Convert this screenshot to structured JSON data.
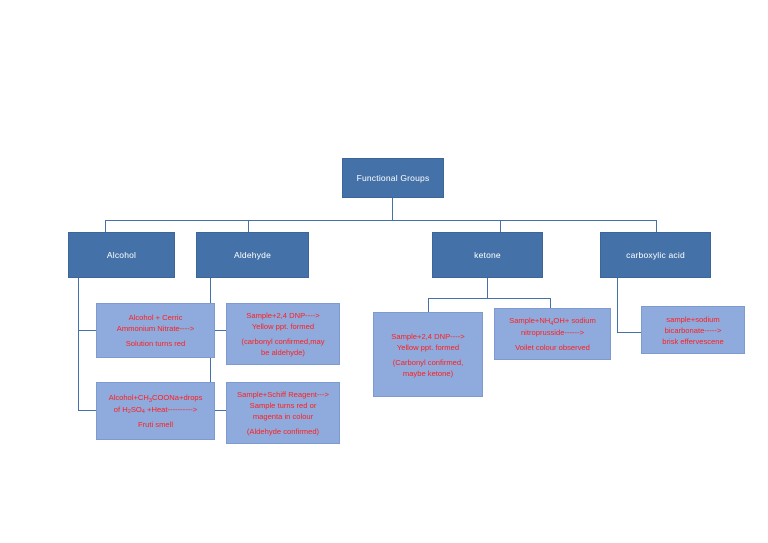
{
  "diagram": {
    "type": "flowchart",
    "title_node": {
      "label": "Functional Groups"
    },
    "branches": [
      {
        "id": "alcohol",
        "label": "Alcohol",
        "tests": [
          {
            "id": "alcohol-cerric-ammonium-nitrate",
            "lines": [
              "Alcohol + Cerric",
              "Ammonium Nitrate---->"
            ],
            "result_lines": [
              "Solution turns red"
            ]
          },
          {
            "id": "alcohol-ester-test",
            "lines": [
              "Alcohol+CH|3|COONa+drops",
              "of H|2|SO|4| +Heat---------->"
            ],
            "result_lines": [
              "Fruti smell"
            ]
          }
        ]
      },
      {
        "id": "aldehyde",
        "label": "Aldehyde",
        "tests": [
          {
            "id": "aldehyde-dnp",
            "lines": [
              "Sample+2,4 DNP---->",
              "Yellow ppt. formed"
            ],
            "result_lines": [
              "(carbonyl confirmed,may",
              "be aldehyde)"
            ]
          },
          {
            "id": "aldehyde-schiff",
            "lines": [
              "Sample+Schiff Reagent--->",
              "Sample turns red or",
              "magenta in colour"
            ],
            "result_lines": [
              "(Aldehyde confirmed)"
            ]
          }
        ]
      },
      {
        "id": "ketone",
        "label": "ketone",
        "tests": [
          {
            "id": "ketone-dnp",
            "lines": [
              "Sample+2,4 DNP---->",
              "Yellow ppt. formed"
            ],
            "result_lines": [
              "(Carbonyl confirmed,",
              "maybe ketone)"
            ]
          },
          {
            "id": "ketone-nitroprusside",
            "lines": [
              "Sample+NH|4|OH+ sodium",
              "nitroprusside------>"
            ],
            "result_lines": [
              "Voilet colour observed"
            ]
          }
        ]
      },
      {
        "id": "carboxylic-acid",
        "label": "carboxylic acid",
        "tests": [
          {
            "id": "carboxylic-bicarbonate",
            "lines": [
              "sample+sodium",
              "bicarbonate----->",
              "brisk effervescene"
            ],
            "result_lines": []
          }
        ]
      }
    ],
    "colors": {
      "node_fill": "#4472A8",
      "node_text": "#FFFFFF",
      "detail_fill": "#8FAADC",
      "detail_text": "#FF2020",
      "connector": "#4472A8",
      "background": "#FFFFFF"
    }
  }
}
